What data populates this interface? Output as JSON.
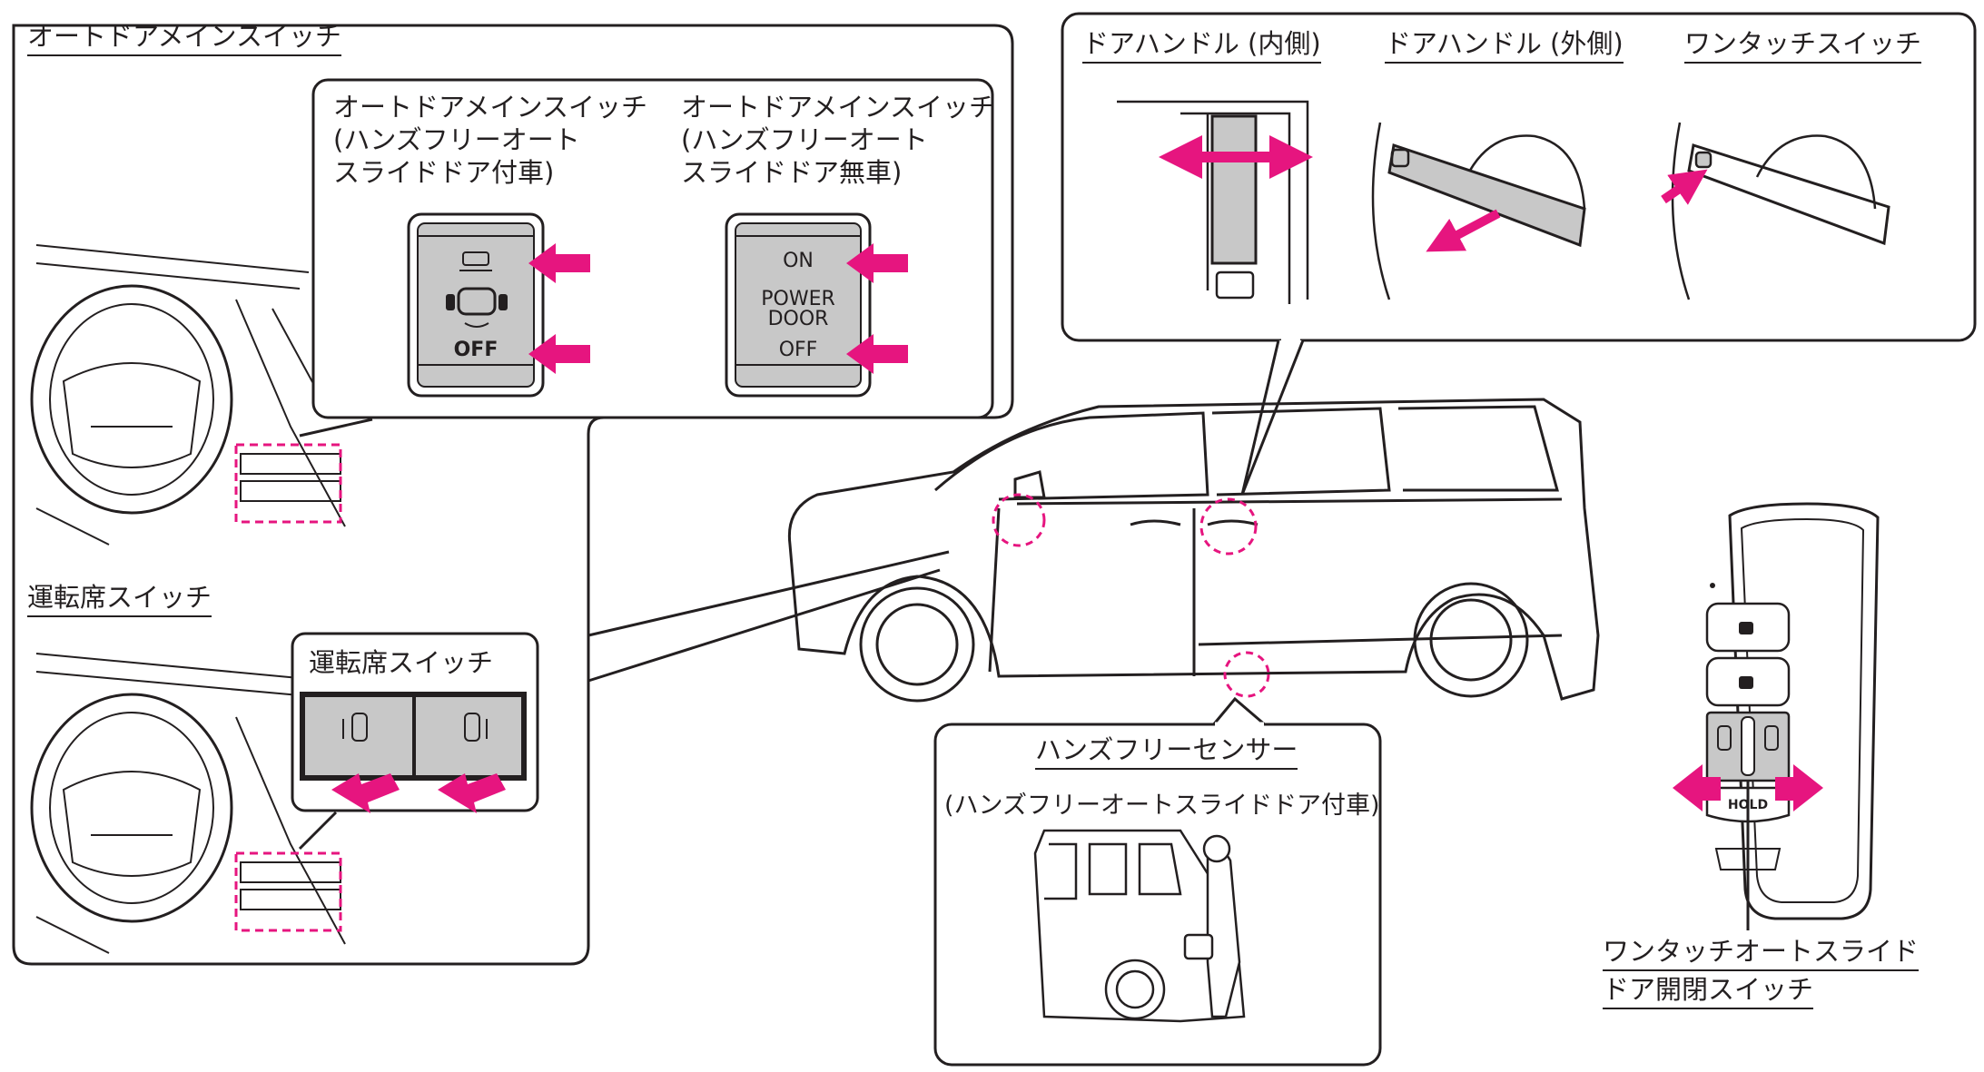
{
  "colors": {
    "accent": "#e6157f",
    "line": "#231f20",
    "switch_grey": "#c8c8c8"
  },
  "sections": {
    "auto_door_main": {
      "title": "オートドアメインスイッチ",
      "variant_with": [
        "オートドアメインスイッチ",
        "(ハンズフリーオート",
        "スライドドア付車)"
      ],
      "variant_without": [
        "オートドアメインスイッチ",
        "(ハンズフリーオート",
        "スライドドア無車)"
      ],
      "switch_with": {
        "bottom_label": "OFF",
        "top_icon": "door-icon",
        "main_icon": "face-door-icon"
      },
      "switch_without": {
        "on_label": "ON",
        "middle_label_1": "POWER",
        "middle_label_2": "DOOR",
        "off_label": "OFF"
      }
    },
    "driver_seat": {
      "title": "運転席スイッチ",
      "box_title": "運転席スイッチ"
    },
    "door_handles": {
      "inner": "ドアハンドル (内側)",
      "outer": "ドアハンドル (外側)",
      "one_touch": "ワンタッチスイッチ"
    },
    "handsfree_sensor": {
      "title": "ハンズフリーセンサー",
      "subtitle": "(ハンズフリーオートスライドドア付車)"
    },
    "key_fob": {
      "label_line1": "ワンタッチオートスライド",
      "label_line2": "ドア開閉スイッチ",
      "hold_label": "HOLD"
    }
  }
}
